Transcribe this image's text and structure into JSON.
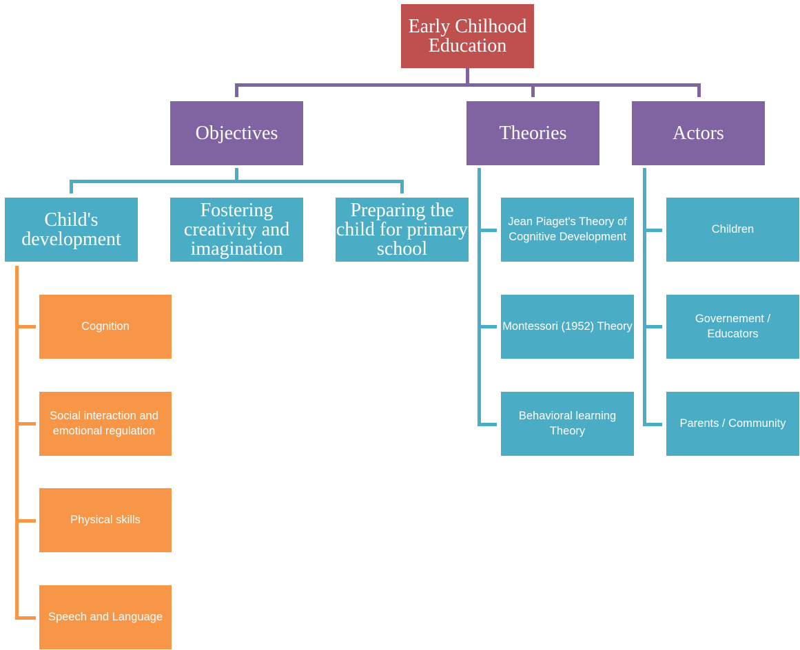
{
  "root": {
    "label": "Early Chilhood Education"
  },
  "branches": {
    "objectives": {
      "label": "Objectives",
      "children": [
        {
          "label": "Child's development"
        },
        {
          "label": "Fostering creativity and imagination"
        },
        {
          "label": "Preparing the child for primary school"
        }
      ],
      "development_areas": [
        {
          "label": "Cognition"
        },
        {
          "label": "Social interaction and emotional regulation"
        },
        {
          "label": "Physical skills"
        },
        {
          "label": "Speech and Language"
        }
      ]
    },
    "theories": {
      "label": "Theories",
      "children": [
        {
          "label": "Jean Piaget's Theory of Cognitive Development"
        },
        {
          "label": "Montessori (1952) Theory"
        },
        {
          "label": "Behavioral learning Theory"
        }
      ]
    },
    "actors": {
      "label": "Actors",
      "children": [
        {
          "label": "Children"
        },
        {
          "label": "Governement / Educators"
        },
        {
          "label": "Parents / Community"
        }
      ]
    }
  },
  "colors": {
    "root": "#c0504d",
    "level1": "#8064a2",
    "level2": "#4bacc6",
    "level3": "#f79646"
  }
}
